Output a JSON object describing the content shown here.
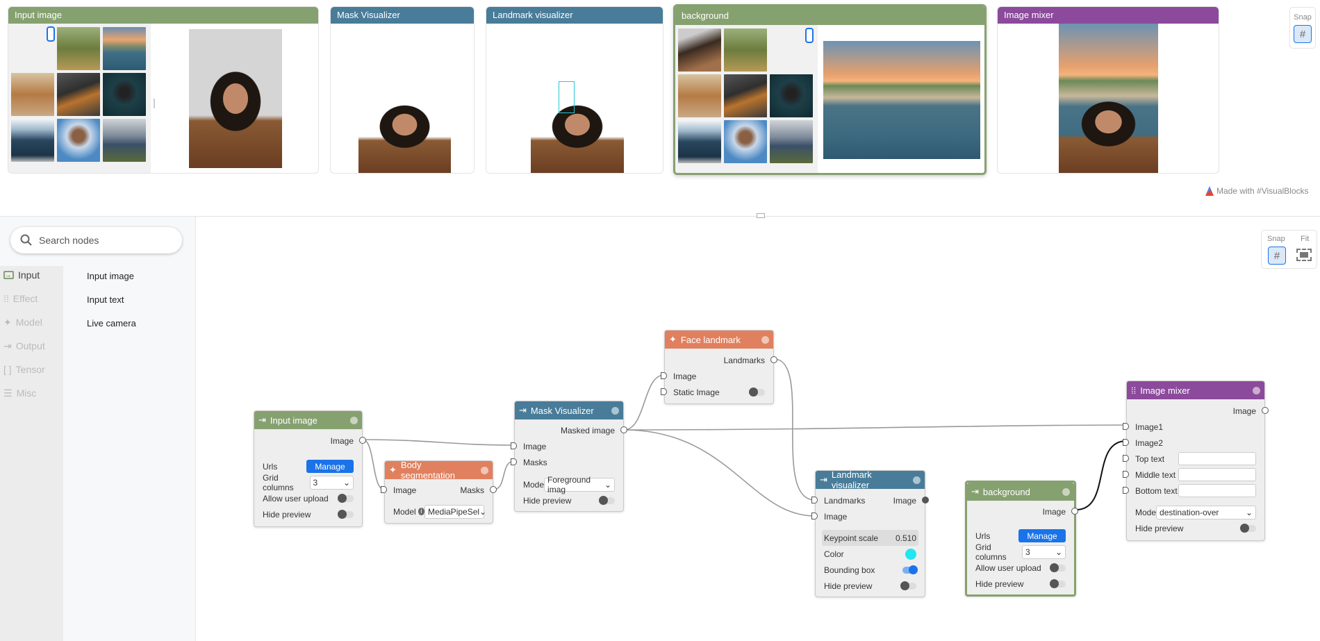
{
  "preview": {
    "cards": [
      {
        "title": "Input image",
        "color": "#86a170"
      },
      {
        "title": "Mask Visualizer",
        "color": "#487c99"
      },
      {
        "title": "Landmark visualizer",
        "color": "#487c99"
      },
      {
        "title": "background",
        "color": "#86a170"
      },
      {
        "title": "Image mixer",
        "color": "#8c4a9c"
      }
    ],
    "snap_label": "Snap",
    "made_with": "Made with #VisualBlocks"
  },
  "sidebar": {
    "search_placeholder": "Search nodes",
    "categories": [
      "Input",
      "Effect",
      "Model",
      "Output",
      "Tensor",
      "Misc"
    ],
    "items": [
      "Input image",
      "Input text",
      "Live camera"
    ]
  },
  "canvas": {
    "snap_label": "Snap",
    "fit_label": "Fit"
  },
  "nodes": {
    "input_image": {
      "title": "Input image",
      "out_image": "Image",
      "urls": "Urls",
      "manage": "Manage",
      "grid_columns": "Grid columns",
      "grid_value": "3",
      "allow_upload": "Allow user upload",
      "hide_preview": "Hide preview"
    },
    "body_seg": {
      "title": "Body segmentation",
      "in_image": "Image",
      "out_masks": "Masks",
      "model": "Model",
      "model_value": "MediaPipeSel"
    },
    "mask_vis": {
      "title": "Mask Visualizer",
      "out": "Masked image",
      "in_image": "Image",
      "in_masks": "Masks",
      "mode": "Mode",
      "mode_value": "Foreground imag",
      "hide_preview": "Hide preview"
    },
    "face_landmark": {
      "title": "Face landmark",
      "out": "Landmarks",
      "in_image": "Image",
      "in_static": "Static Image"
    },
    "landmark_vis": {
      "title": "Landmark visualizer",
      "in_landmarks": "Landmarks",
      "out_image": "Image",
      "in_image": "Image",
      "keypoint_scale": "Keypoint scale",
      "keypoint_value": "0.510",
      "color": "Color",
      "color_value": "#22e6f0",
      "bounding_box": "Bounding box",
      "hide_preview": "Hide preview"
    },
    "background": {
      "title": "background",
      "out_image": "Image",
      "urls": "Urls",
      "manage": "Manage",
      "grid_columns": "Grid columns",
      "grid_value": "3",
      "allow_upload": "Allow user upload",
      "hide_preview": "Hide preview"
    },
    "image_mixer": {
      "title": "Image mixer",
      "out_image": "Image",
      "in_image1": "Image1",
      "in_image2": "Image2",
      "top_text": "Top text",
      "middle_text": "Middle text",
      "bottom_text": "Bottom text",
      "mode": "Mode",
      "mode_value": "destination-over",
      "hide_preview": "Hide preview"
    }
  }
}
